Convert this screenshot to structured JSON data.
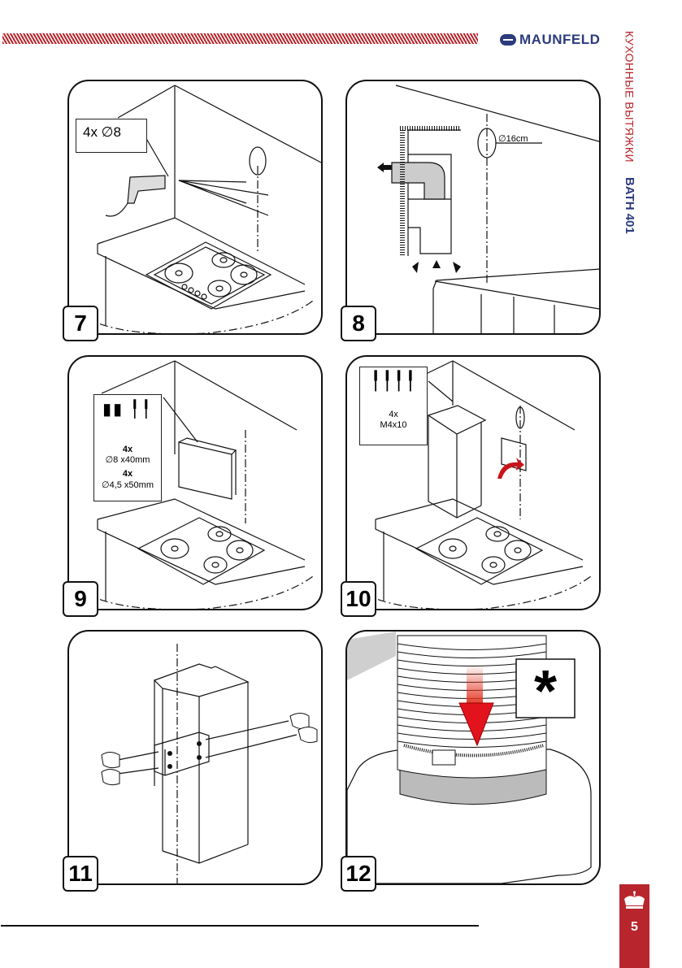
{
  "header": {
    "brand": "MAUNFELD",
    "brand_color": "#2c3b7c",
    "accent_color": "#b8252c"
  },
  "side": {
    "category": "КУХОННЫЕ ВЫТЯЖКИ",
    "model": "BATH 401"
  },
  "steps": [
    {
      "number": "7",
      "callout": "4x  ∅8",
      "description": "drill-holes"
    },
    {
      "number": "8",
      "callout": "∅16cm",
      "description": "duct-outlet"
    },
    {
      "number": "9",
      "callout_lines": [
        "4x",
        "∅8 x40mm",
        "4x",
        "∅4,5 x50mm"
      ],
      "description": "mount-bracket"
    },
    {
      "number": "10",
      "callout_lines": [
        "4x",
        "M4x10"
      ],
      "description": "hang-chimney"
    },
    {
      "number": "11",
      "description": "fasten-screws"
    },
    {
      "number": "12",
      "callout": "*",
      "description": "attach-duct-clamp"
    }
  ],
  "footer": {
    "page_number": "5",
    "crown_icon": "crown-icon"
  }
}
